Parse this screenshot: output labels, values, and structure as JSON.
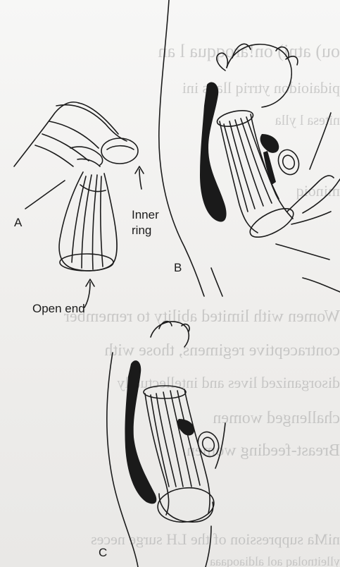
{
  "figure": {
    "labels": {
      "panel_a": "A",
      "panel_b": "B",
      "panel_c": "C",
      "inner_ring": "Inner ring",
      "open_end": "Open end"
    }
  },
  "bleed_through": {
    "lines": [
      "ou) atni) on!aroqqua l an",
      "pidaioidon ytrriq llaus ini",
      "nitesa l    ylla",
      "minoiq",
      "Women with limited ability to remember",
      "contraceptive regimens, those with",
      "disorganized lives and intellectually",
      "challenged women",
      "Breast-feeding women",
      "niMa suppression of the LH surge neces",
      "ylleitnolaq aol aldiaoqaaa"
    ]
  },
  "colors": {
    "ink": "#1b1b1b",
    "fill_dark": "#1a1a1a",
    "paper": "#f3f2f0"
  }
}
